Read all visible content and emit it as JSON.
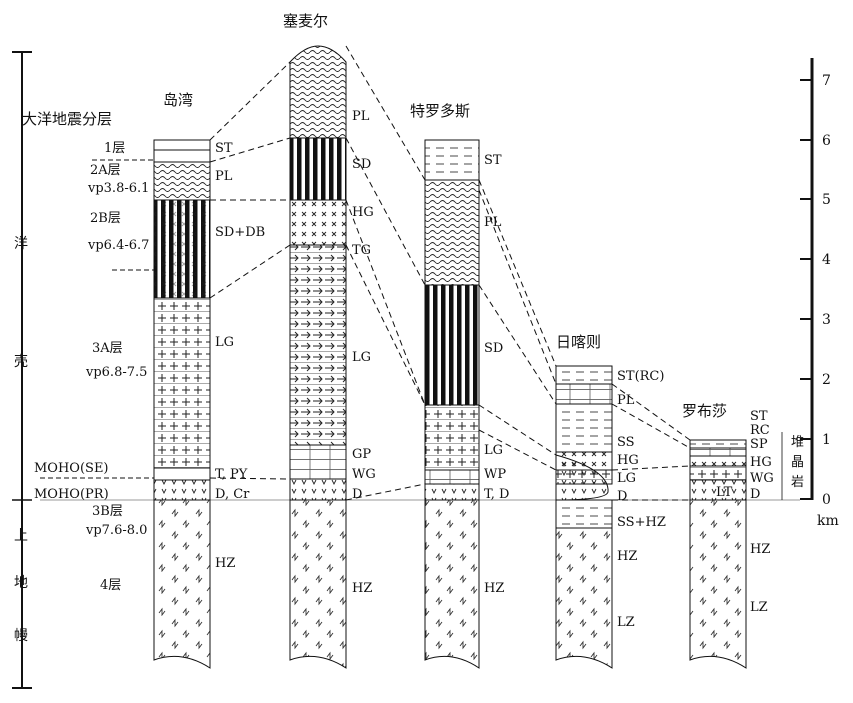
{
  "left_axis": {
    "top_label": "洋",
    "mid_label": "壳",
    "lower_labels": [
      "上",
      "地",
      "幔"
    ]
  },
  "right_axis": {
    "ticks": [
      "7",
      "6",
      "5",
      "4",
      "3",
      "2",
      "1",
      "0"
    ],
    "unit": "km"
  },
  "layers_header": "大洋地震分层",
  "layers": [
    {
      "name": "1层",
      "vp": ""
    },
    {
      "name": "2A层",
      "vp": "vp3.8-6.1"
    },
    {
      "name": "2B层",
      "vp": "vp6.4-6.7"
    },
    {
      "name": "3A层",
      "vp": "vp6.8-7.5"
    },
    {
      "name": "MOHO(SE)",
      "vp": ""
    },
    {
      "name": "MOHO(PR)",
      "vp": ""
    },
    {
      "name": "3B层",
      "vp": "vp7.6-8.0"
    },
    {
      "name": "4层",
      "vp": ""
    }
  ],
  "columns": [
    {
      "name": "岛湾",
      "labels": [
        "ST",
        "PL",
        "SD+DB",
        "LG",
        "T, PY",
        "D, Cr",
        "HZ"
      ]
    },
    {
      "name": "塞麦尔",
      "labels": [
        "PL",
        "SD",
        "HG",
        "TG",
        "LG",
        "GP",
        "WG",
        "D",
        "HZ"
      ]
    },
    {
      "name": "特罗多斯",
      "labels": [
        "ST",
        "PL",
        "SD",
        "LG",
        "WP",
        "T, D",
        "HZ"
      ]
    },
    {
      "name": "日喀则",
      "labels": [
        "ST(RC)",
        "PL",
        "SS",
        "HG",
        "LG",
        "D",
        "SS+HZ",
        "HZ",
        "LZ"
      ]
    },
    {
      "name": "罗布莎",
      "labels": [
        "ST",
        "RC",
        "SP",
        "HG",
        "WG",
        "LT",
        "D",
        "HZ",
        "LZ"
      ]
    }
  ],
  "side_note": [
    "堆",
    "晶",
    "岩"
  ]
}
